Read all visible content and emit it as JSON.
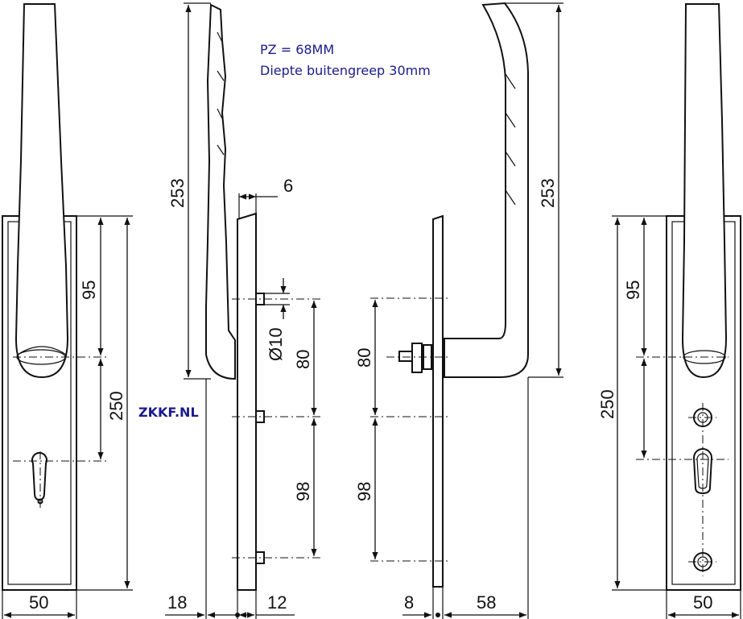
{
  "notes": {
    "pz": "PZ = 68MM",
    "depth": "Diepte buitengreep 30mm",
    "brand": "ZKKF.NL"
  },
  "dimensions": {
    "front_left": {
      "height_95": "95",
      "height_250": "250",
      "width_50": "50"
    },
    "side_left": {
      "height_253": "253",
      "depth_18": "18",
      "plate_12": "12",
      "offset_6": "6",
      "bolt_d10": "Ø10",
      "spacing_80": "80",
      "spacing_98": "98"
    },
    "side_right": {
      "spacing_80": "80",
      "spacing_98": "98",
      "thickness_8": "8",
      "depth_58": "58",
      "height_253": "253"
    },
    "front_right": {
      "height_95": "95",
      "height_250": "250",
      "width_50": "50"
    }
  }
}
